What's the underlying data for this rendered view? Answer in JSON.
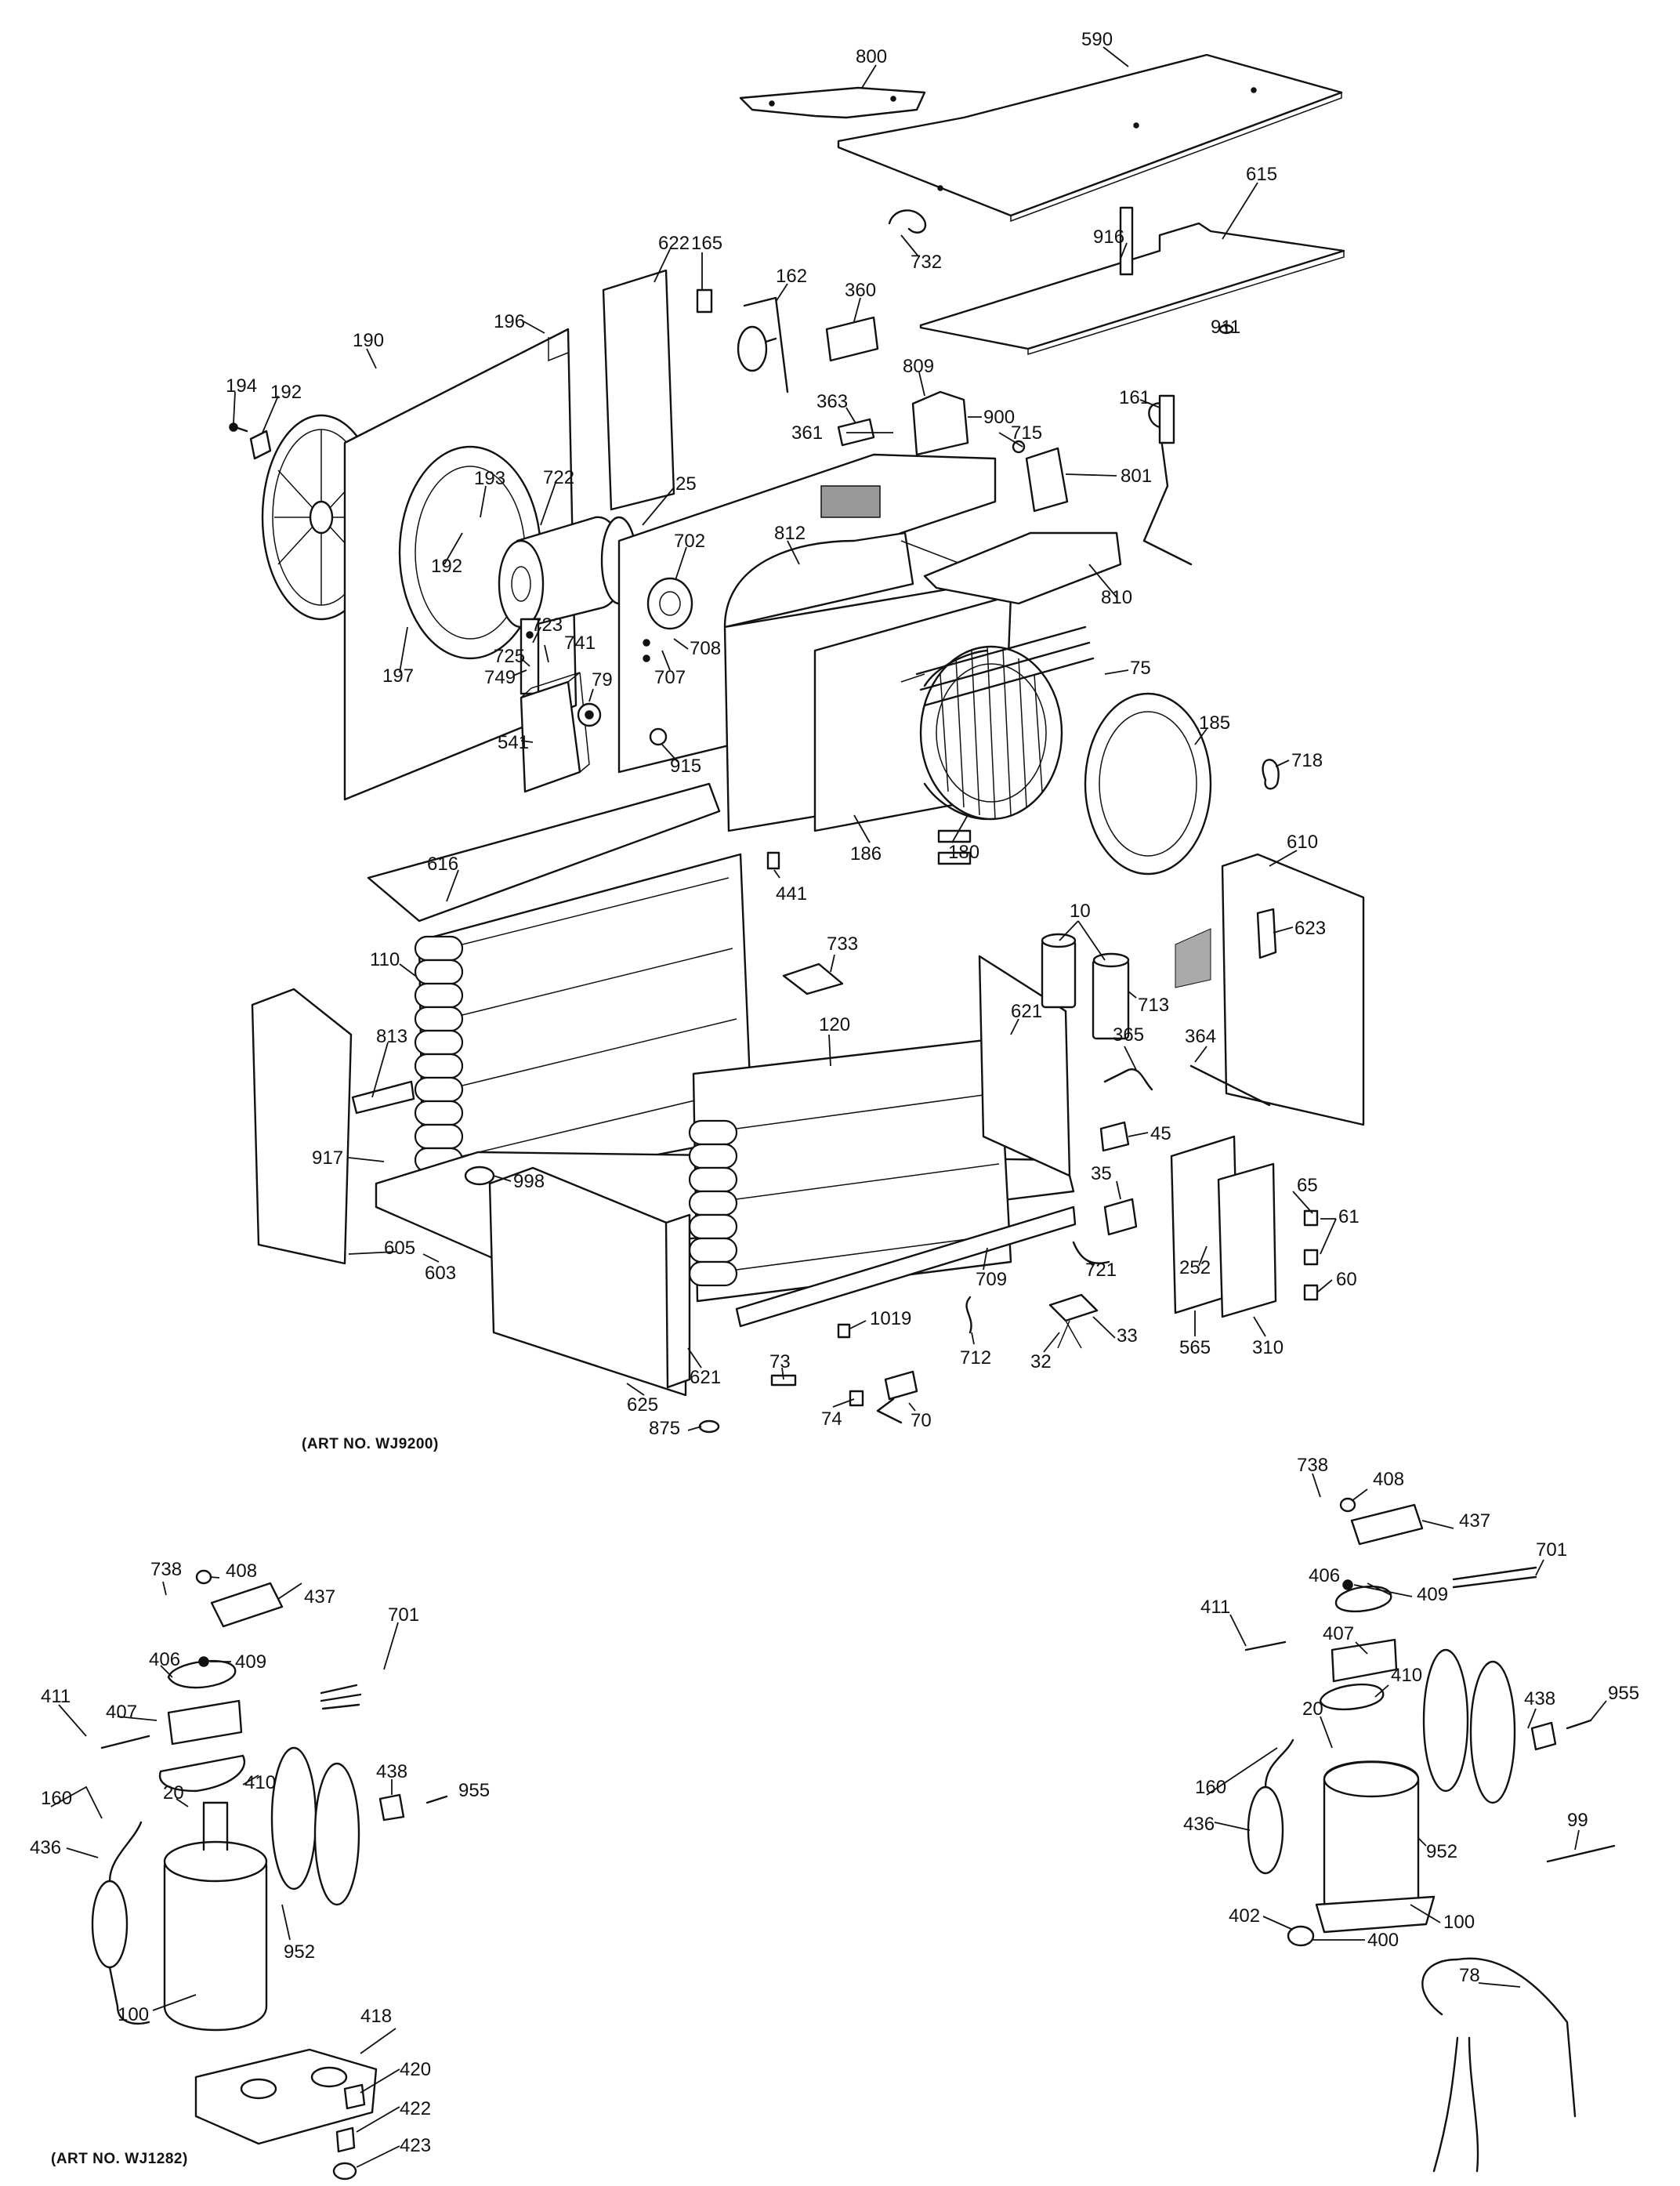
{
  "diagram": {
    "art_labels": {
      "main": "(ART NO. WJ9200)",
      "lower_left": "(ART NO. WJ1282)"
    },
    "part_labels": {
      "p800": "800",
      "p590": "590",
      "p615": "615",
      "p916": "916",
      "p732": "732",
      "p911": "911",
      "p622": "622",
      "p165": "165",
      "p162": "162",
      "p360": "360",
      "p363": "363",
      "p361": "361",
      "p809": "809",
      "p900": "900",
      "p715": "715",
      "p801": "801",
      "p161": "161",
      "p190": "190",
      "p196": "196",
      "p194": "194",
      "p192a": "192",
      "p193": "193",
      "p722": "722",
      "p25": "25",
      "p192b": "192",
      "p702": "702",
      "p812": "812",
      "p810": "810",
      "p723": "723",
      "p725": "725",
      "p741": "741",
      "p749": "749",
      "p197": "197",
      "p708": "708",
      "p707": "707",
      "p79": "79",
      "p75": "75",
      "p185": "185",
      "p718": "718",
      "p541": "541",
      "p915": "915",
      "p186": "186",
      "p180": "180",
      "p616": "616",
      "p441": "441",
      "p610": "610",
      "p623": "623",
      "p10": "10",
      "p713": "713",
      "p733": "733",
      "p110": "110",
      "p120": "120",
      "p621a": "621",
      "p365": "365",
      "p364": "364",
      "p813": "813",
      "p45": "45",
      "p917": "917",
      "p998": "998",
      "p35": "35",
      "p65": "65",
      "p61": "61",
      "p252": "252",
      "p60": "60",
      "p605": "605",
      "p603": "603",
      "p721": "721",
      "p709": "709",
      "p1019": "1019",
      "p712": "712",
      "p33": "33",
      "p32": "32",
      "p565": "565",
      "p310": "310",
      "p625": "625",
      "p621b": "621",
      "p73": "73",
      "p74": "74",
      "p70": "70",
      "p875": "875",
      "l738": "738",
      "l408": "408",
      "l437": "437",
      "l701": "701",
      "l406": "406",
      "l409": "409",
      "l411": "411",
      "l407": "407",
      "l410": "410",
      "l160": "160",
      "l20": "20",
      "l438": "438",
      "l955": "955",
      "l436": "436",
      "l952": "952",
      "l100": "100",
      "l418": "418",
      "l420": "420",
      "l422": "422",
      "l423": "423",
      "r738": "738",
      "r408": "408",
      "r437": "437",
      "r701": "701",
      "r406": "406",
      "r409": "409",
      "r411": "411",
      "r407": "407",
      "r410": "410",
      "r438": "438",
      "r955": "955",
      "r160": "160",
      "r20": "20",
      "r436": "436",
      "r952": "952",
      "r99": "99",
      "r402": "402",
      "r100": "100",
      "r400": "400",
      "r78": "78"
    }
  }
}
